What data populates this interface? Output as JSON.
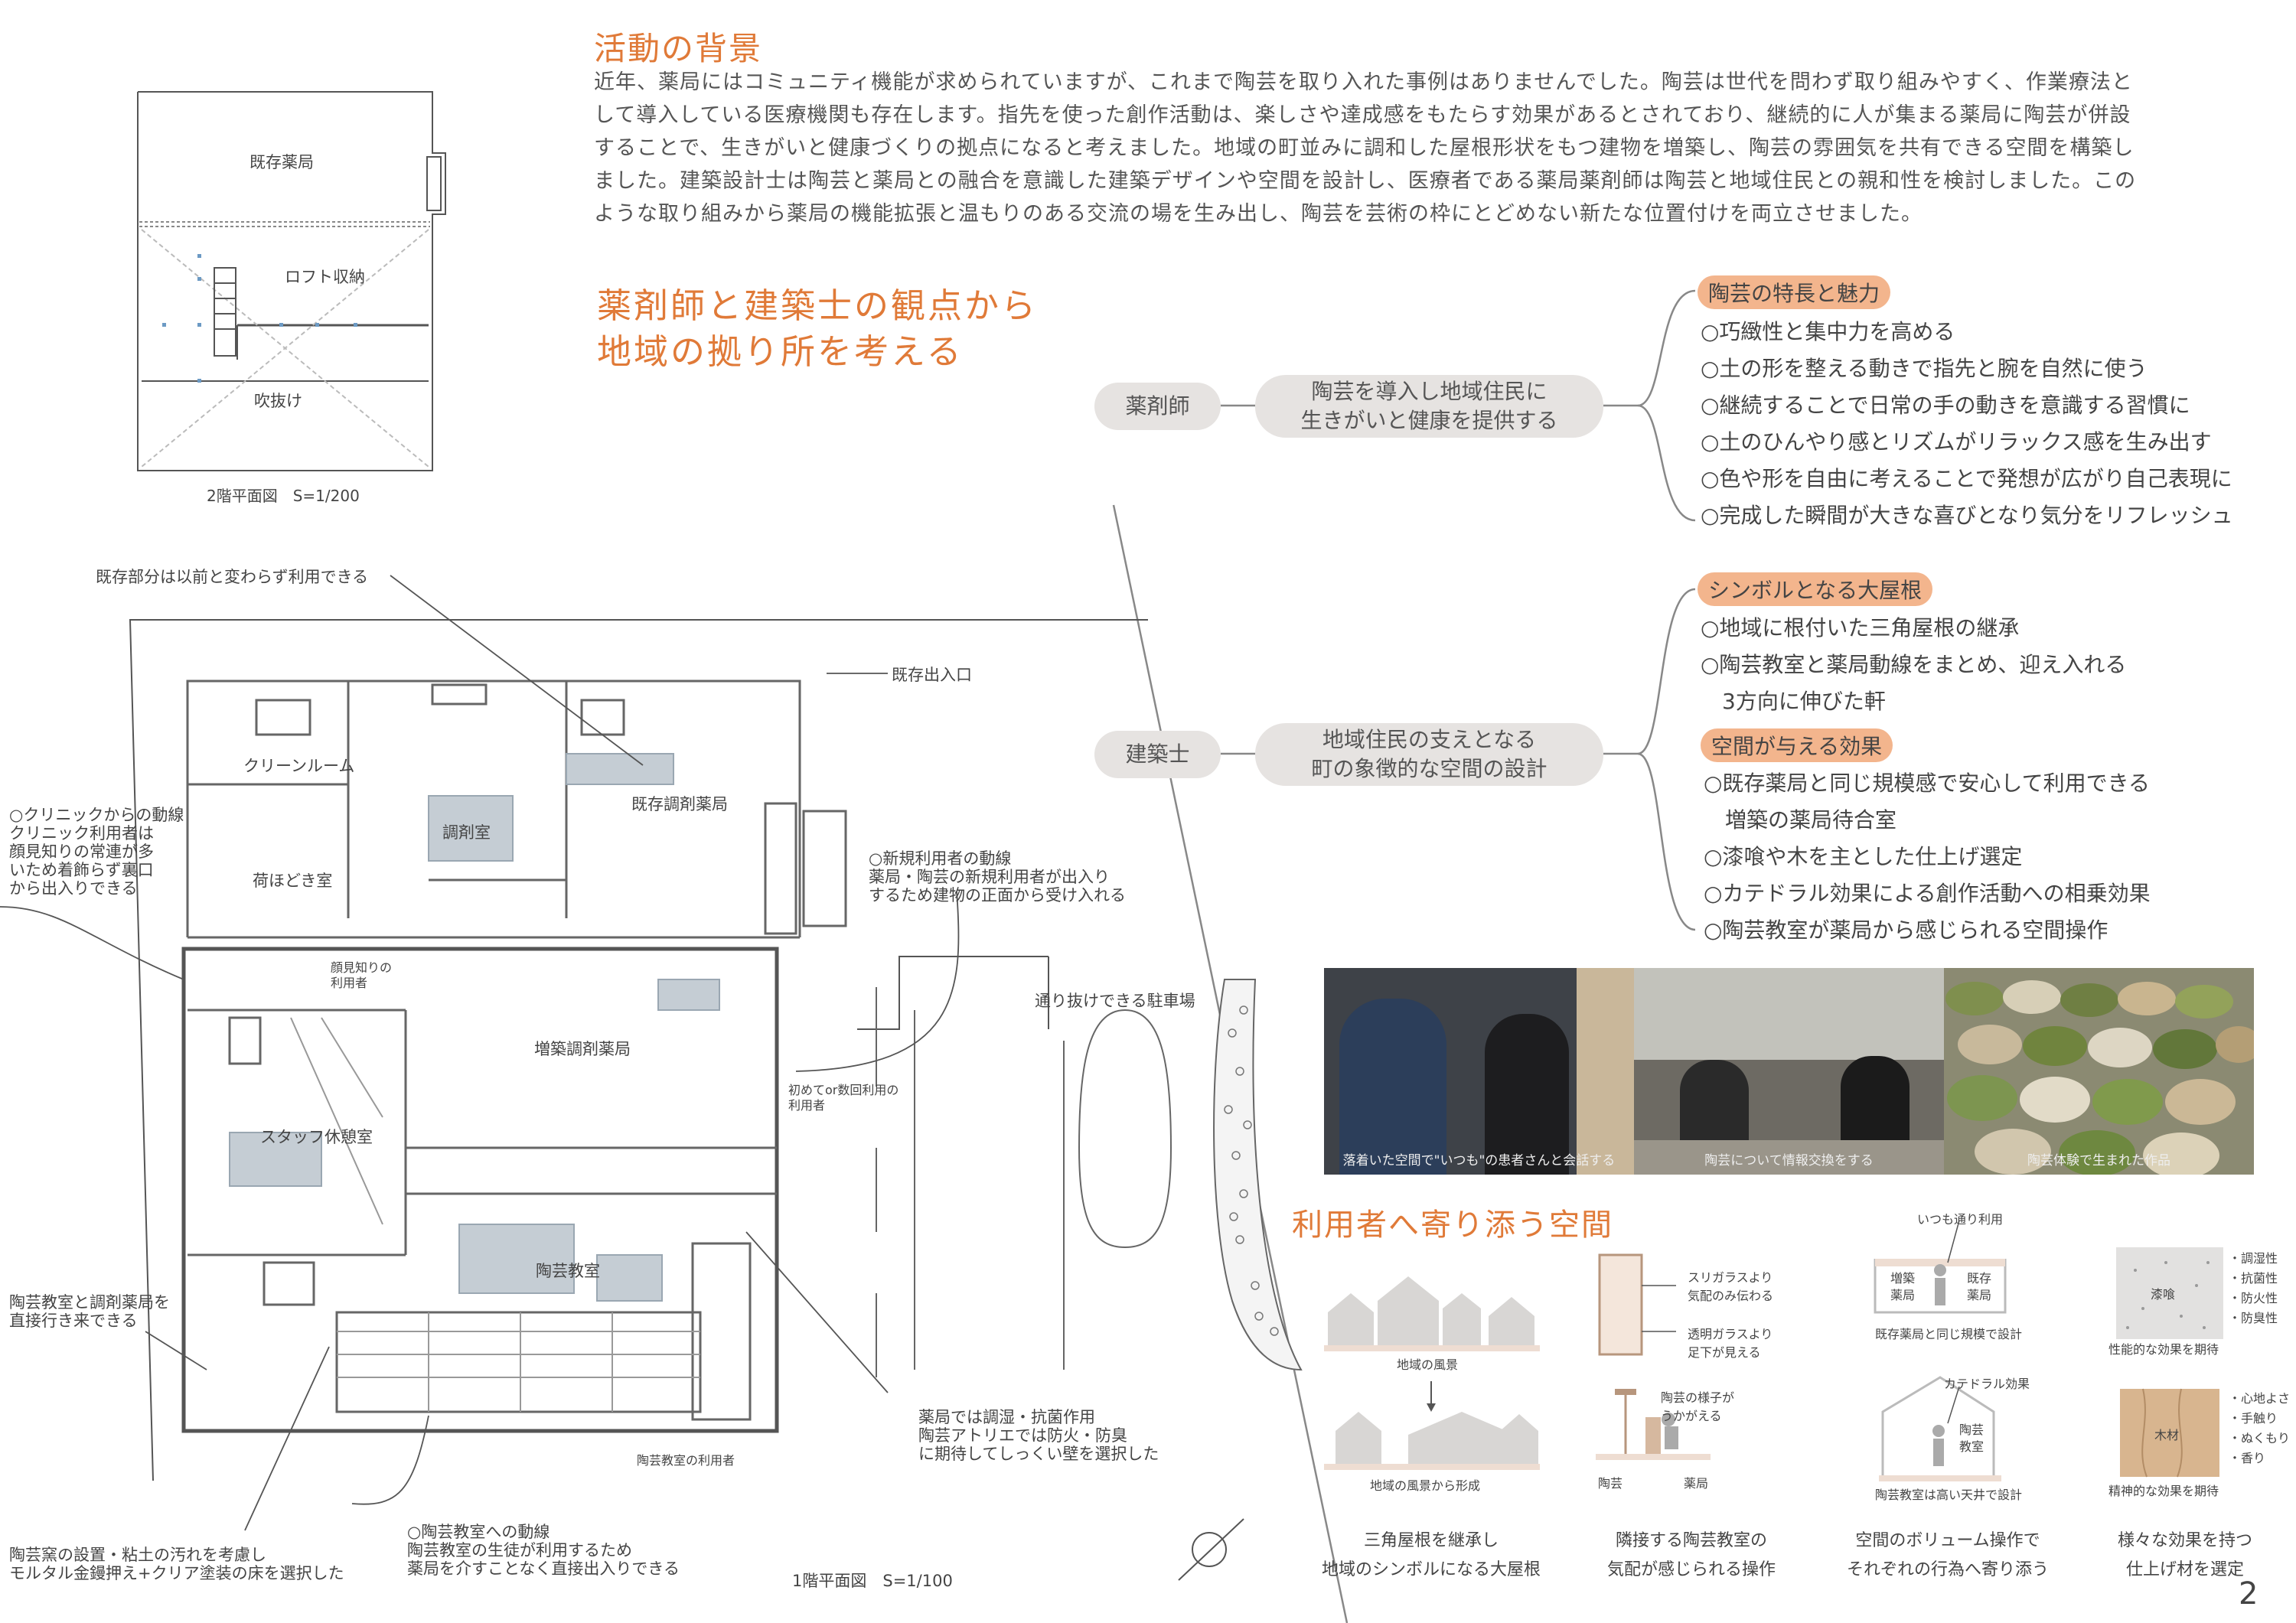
{
  "background": {
    "title": "活動の背景",
    "lines": [
      "近年、薬局にはコミュニティ機能が求められていますが、これまで陶芸を取り入れた事例はありませんでした。陶芸は世代を問わず取り組みやすく、作業療法と",
      "して導入している医療機関も存在します。指先を使った創作活動は、楽しさや達成感をもたらす効果があるとされており、継続的に人が集まる薬局に陶芸が併設",
      "することで、生きがいと健康づくりの拠点になると考えました。地域の町並みに調和した屋根形状をもつ建物を増築し、陶芸の雰囲気を共有できる空間を構築し",
      "ました。建築設計士は陶芸と薬局との融合を意識した建築デザインや空間を設計し、医療者である薬局薬剤師は陶芸と地域住民との親和性を検討しました。この",
      "ような取り組みから薬局の機能拡張と温もりのある交流の場を生み出し、陶芸を芸術の枠にとどめない新たな位置付けを両立させました。"
    ]
  },
  "viewpoint": {
    "line1": "薬剤師と建築士の観点から",
    "line2": "地域の拠り所を考える"
  },
  "pharmacist": {
    "label": "薬剤師",
    "goal_line1": "陶芸を導入し地域住民に",
    "goal_line2": "生きがいと健康を提供する",
    "tag": "陶芸の特長と魅力",
    "items": [
      "○巧緻性と集中力を高める",
      "○土の形を整える動きで指先と腕を自然に使う",
      "○継続することで日常の手の動きを意識する習慣に",
      "○土のひんやり感とリズムがリラックス感を生み出す",
      "○色や形を自由に考えることで発想が広がり自己表現に",
      "○完成した瞬間が大きな喜びとなり気分をリフレッシュ"
    ]
  },
  "architect": {
    "label": "建築士",
    "goal_line1": "地域住民の支えとなる",
    "goal_line2": "町の象徴的な空間の設計",
    "tag1": "シンボルとなる大屋根",
    "items1": [
      "○地域に根付いた三角屋根の継承",
      "○陶芸教室と薬局動線をまとめ、迎え入れる",
      "3方向に伸びた軒"
    ],
    "tag2": "空間が与える効果",
    "items2": [
      "○既存薬局と同じ規模感で安心して利用できる",
      "増築の薬局待合室",
      "○漆喰や木を主とした仕上げ選定",
      "○カテドラル効果による創作活動への相乗効果",
      "○陶芸教室が薬局から感じられる空間操作"
    ]
  },
  "photos": [
    {
      "caption": "落着いた空間で\"いつも\"の患者さんと会話する",
      "color": "#3e4248"
    },
    {
      "caption": "陶芸について情報交換をする",
      "color": "#6d6a63"
    },
    {
      "caption": "陶芸体験で生まれた作品",
      "color": "#8b8a72"
    }
  ],
  "section2_title": "利用者へ寄り添う空間",
  "diagrams": {
    "d1": {
      "top_label": "地域の風景",
      "bottom_label": "地域の風景から形成",
      "cap1": "三角屋根を継承し",
      "cap2": "地域のシンボルになる大屋根"
    },
    "d2": {
      "note1a": "スリガラスより",
      "note1b": "気配のみ伝わる",
      "note2a": "透明ガラスより",
      "note2b": "足下が見える",
      "note3a": "陶芸の様子が",
      "note3b": "うかがえる",
      "left": "陶芸",
      "right": "薬局",
      "cap1": "隣接する陶芸教室の",
      "cap2": "気配が感じられる操作"
    },
    "d3": {
      "top": "いつも通り利用",
      "a1": "増築",
      "a2": "薬局",
      "b1": "既存",
      "b2": "薬局",
      "label1": "既存薬局と同じ規模で設計",
      "top2": "カテドラル効果",
      "c1": "陶芸",
      "c2": "教室",
      "label2": "陶芸教室は高い天井で設計",
      "cap1": "空間のボリューム操作で",
      "cap2": "それぞれの行為へ寄り添う"
    },
    "d4": {
      "mat1": "漆喰",
      "props1": [
        "・調湿性",
        "・抗菌性",
        "・防火性",
        "・防臭性"
      ],
      "label1": "性能的な効果を期待",
      "mat2": "木材",
      "props2": [
        "・心地よさ",
        "・手触り",
        "・ぬくもり",
        "・香り"
      ],
      "label2": "精神的な効果を期待",
      "cap1": "様々な効果を持つ",
      "cap2": "仕上げ材を選定"
    }
  },
  "plan2": {
    "room_top": "既存薬局",
    "loft": "ロフト収納",
    "void": "吹抜け",
    "caption": "2階平面図　S=1/200"
  },
  "plan1": {
    "rooms": {
      "clean": "クリーンルーム",
      "dispensing": "調剤室",
      "existing": "既存調剤薬局",
      "unpack": "荷ほどき室",
      "extension": "増築調剤薬局",
      "staff": "スタッフ休憩室",
      "class": "陶芸教室",
      "regular": "顔見知りの",
      "regular2": "利用者",
      "first": "初めてor数回利用の",
      "first2": "利用者",
      "class_user": "陶芸教室の利用者"
    },
    "ann_existing_use": "既存部分は以前と変わらず利用できる",
    "ann_entrance": "既存出入口",
    "ann_clinic": [
      "○クリニックからの動線",
      "クリニック利用者は",
      "顔見知りの常連が多",
      "いため着飾らず裏口",
      "から出入りできる"
    ],
    "ann_new": [
      "○新規利用者の動線",
      "薬局・陶芸の新規利用者が出入り",
      "するため建物の正面から受け入れる"
    ],
    "ann_parking": "通り抜けできる駐車場",
    "ann_direct": [
      "陶芸教室と調剤薬局を",
      "直接行き来できる"
    ],
    "ann_wall": [
      "薬局では調湿・抗菌作用",
      "陶芸アトリエでは防火・防臭",
      "に期待してしっくい壁を選択した"
    ],
    "ann_class_line": [
      "○陶芸教室への動線",
      "陶芸教室の生徒が利用するため",
      "薬局を介すことなく直接出入りできる"
    ],
    "ann_floor": [
      "陶芸窯の設置・粘土の汚れを考慮し",
      "モルタル金鏝押え+クリア塗装の床を選択した"
    ],
    "caption": "1階平面図　S=1/100"
  },
  "page_number": "2",
  "colors": {
    "accent": "#e07a38",
    "tag": "#f3b58d",
    "pill": "#e6e3e1"
  }
}
